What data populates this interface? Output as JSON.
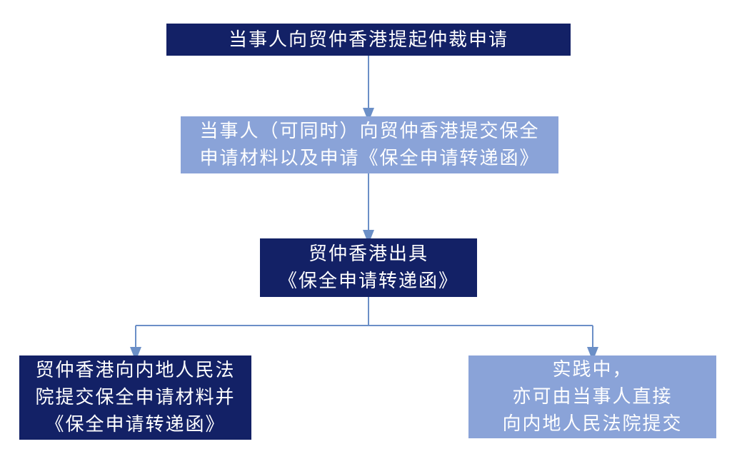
{
  "diagram": {
    "colors": {
      "dark_box": "#132166",
      "light_box": "#8aa3d8",
      "connector": "#6b8fc7",
      "text": "#ffffff"
    },
    "nodes": [
      {
        "id": "step1",
        "style": "dark",
        "lines": [
          "当事人向贸仲香港提起仲裁申请"
        ]
      },
      {
        "id": "step2",
        "style": "light",
        "lines": [
          "当事人（可同时）向贸仲香港提交保全",
          "申请材料以及申请《保全申请转递函》"
        ]
      },
      {
        "id": "step3",
        "style": "dark",
        "lines": [
          "贸仲香港出具",
          "《保全申请转递函》"
        ]
      },
      {
        "id": "step4a",
        "style": "dark",
        "lines": [
          "贸仲香港向内地人民法",
          "院提交保全申请材料并",
          "《保全申请转递函》"
        ]
      },
      {
        "id": "step4b",
        "style": "light",
        "lines": [
          "实践中，",
          "亦可由当事人直接",
          "向内地人民法院提交"
        ]
      }
    ],
    "edges": [
      {
        "from": "step1",
        "to": "step2"
      },
      {
        "from": "step2",
        "to": "step3"
      },
      {
        "from": "step3",
        "to": "step4a"
      },
      {
        "from": "step3",
        "to": "step4b"
      }
    ]
  }
}
